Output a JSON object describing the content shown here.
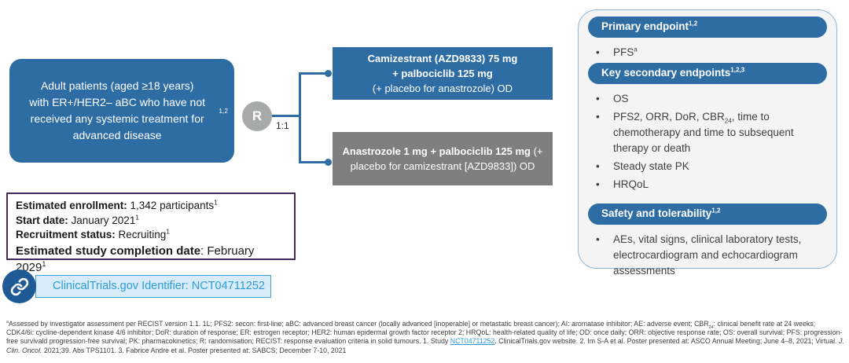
{
  "colors": {
    "primary_blue": "#2E6DA4",
    "arm_gray": "#7F7F7F",
    "randomization_gray": "#A8AAAA",
    "panel_border_blue": "#8FB6DC",
    "panel_bg": "#F4F4F4",
    "info_border_purple": "#46295B",
    "registry_bg": "#D7ECF7",
    "registry_border": "#41A0D0",
    "registry_text": "#2E9BD6",
    "link_circle_blue": "#1F5A97"
  },
  "flow": {
    "patient_box_html": "Adult patients (aged ≥1,8 years)<br>with ER+/HER2– aBC who have not received any systemic treatment for advanced disease<sup>1,2</sup>",
    "patient_box_html_fixed": "Adult patients (aged ≥18 years)<br>with ER+/HER2– aBC who have not received any systemic treatment for advanced disease<sup>1,2</sup>",
    "randomization_label": "R",
    "ratio_label": "1:1",
    "arm1_html": "<b>Camizestrant (AZD9833) 75 mg<br>+ palbociclib 125 mg</b><br>(+ placebo for anastrozole) OD",
    "arm2_html": "<b>Anastrozole 1 mg + palbociclib 125 mg</b> (+<br>placebo for camizestrant [AZD9833]) OD"
  },
  "endpoints_panel": {
    "sections": [
      {
        "header_html": "Primary endpoint<sup>1,2</sup>",
        "bullets_html": [
          "PFS<sup>a</sup>"
        ]
      },
      {
        "header_html": "Key secondary endpoints<sup>1,2,3</sup>",
        "bullets_html": [
          "OS",
          "PFS2, ORR, DoR, CBR<sub>24</sub>, time to chemotherapy and time to subsequent therapy or death",
          "Steady state PK",
          "HRQoL"
        ]
      },
      {
        "header_html": "Safety and tolerability<sup>1,2</sup>",
        "bullets_html": [
          "AEs, vital signs, clinical laboratory tests, electrocardiogram and echocardiogram assessments"
        ]
      }
    ],
    "bullet_glyph": "•"
  },
  "study_info": {
    "lines_html": [
      "<b>Estimated enrollment:</b> 1,342 participants<sup>1</sup>",
      "<b>Start date:</b> January 2021<sup>1</sup>",
      "<b>Recruitment status:</b> Recruiting<sup>1</sup>",
      "<b>Estimated study completion date</b>: February 2029<sup>1</sup>"
    ]
  },
  "registry": {
    "label": "ClinicalTrials.gov Identifier: NCT04711252"
  },
  "footnote_html": "<sup>a</sup>Assessed by investigator assessment per RECIST version 1.1. 1L; PFS2: secon: first-line; aBC: advanced breast cancer (locally advanced [inoperable] or metastatic breast cancer); AI: aromatase inhibitor; AE: adverse event; CBR<sub>24</sub>: clinical benefit rate at 24 weeks; CDK4/6i: cycline-dependent kinase 4/6 inhibitor; DoR: duration of response; ER: estrogen receptor; HER2: human epidermal growth factor receptor 2; HRQoL: health-related quality of life; OD: once daily; ORR: objective response rate; OS: overall survival; PFS: progression-free survivald progression-free survival; PK: pharmacokinetics; R: randomisation; RECIST: response evaluation criteria in solid tumours. 1. Study <span class=\"footlink\" data-name=\"nct-footnote-link\" data-interactable=\"true\">NCT04711252</span>. ClinicalTrials.gov website. 2. Im S-A et al. Poster presented at: ASCO Annual Meeting; June 4–8, 2021; Virtual. <i>J. Clin. Oncol.</i> 2021;39. Abs TPS1101. 3. Fabrice Andre et al. Poster presented at: SABCS; December 7-10, 2021"
}
